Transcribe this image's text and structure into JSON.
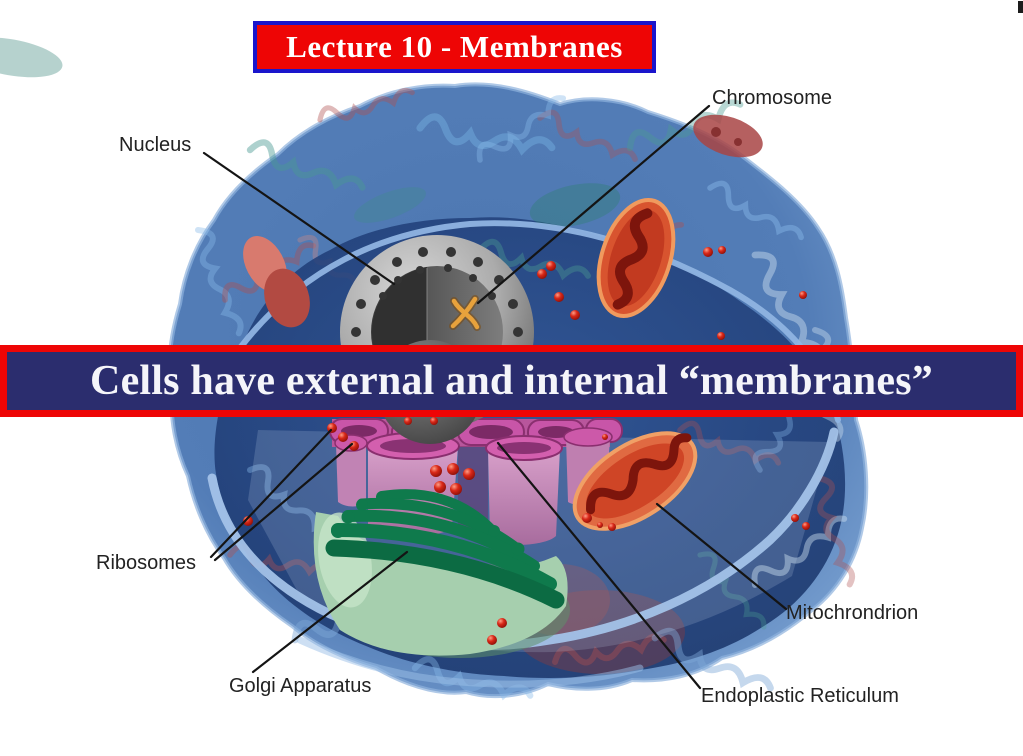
{
  "slide": {
    "title_banner": {
      "text": "Lecture 10 - Membranes",
      "bg_color": "#ee0505",
      "border_color": "#1a15cc",
      "text_color": "#ffffff"
    },
    "caption_banner": {
      "text": "Cells have external and internal “membranes”",
      "bg_color": "#2b2d6e",
      "border_color": "#ee0505",
      "text_color": "#ffffff"
    }
  },
  "diagram": {
    "description": "Cut-away illustration of an animal cell with labeled organelles",
    "labels": [
      {
        "id": "nucleus",
        "text": "Nucleus"
      },
      {
        "id": "chromosome",
        "text": "Chromosome"
      },
      {
        "id": "ribosomes",
        "text": "Ribosomes"
      },
      {
        "id": "golgi-apparatus",
        "text": "Golgi Apparatus"
      },
      {
        "id": "mitochrondrion",
        "text": "Mitochrondrion"
      },
      {
        "id": "endoplastic-reticulum",
        "text": "Endoplastic Reticulum"
      }
    ],
    "colors": {
      "cytoplasm_outer": "#5c86c0",
      "cytoplasm_inner": "#1e3c74",
      "membrane_line": "#9cbce6",
      "nucleus_rim": "#b9b9b9",
      "nucleus_interior": "#3c3c3c",
      "chromosome": "#e39b38",
      "mitochondrion": "#d8542f",
      "endoplasmic_reticulum": "#c855a8",
      "golgi": "#0f7a4c",
      "ribosome_dot": "#c81f14",
      "label_text": "#222222"
    }
  }
}
